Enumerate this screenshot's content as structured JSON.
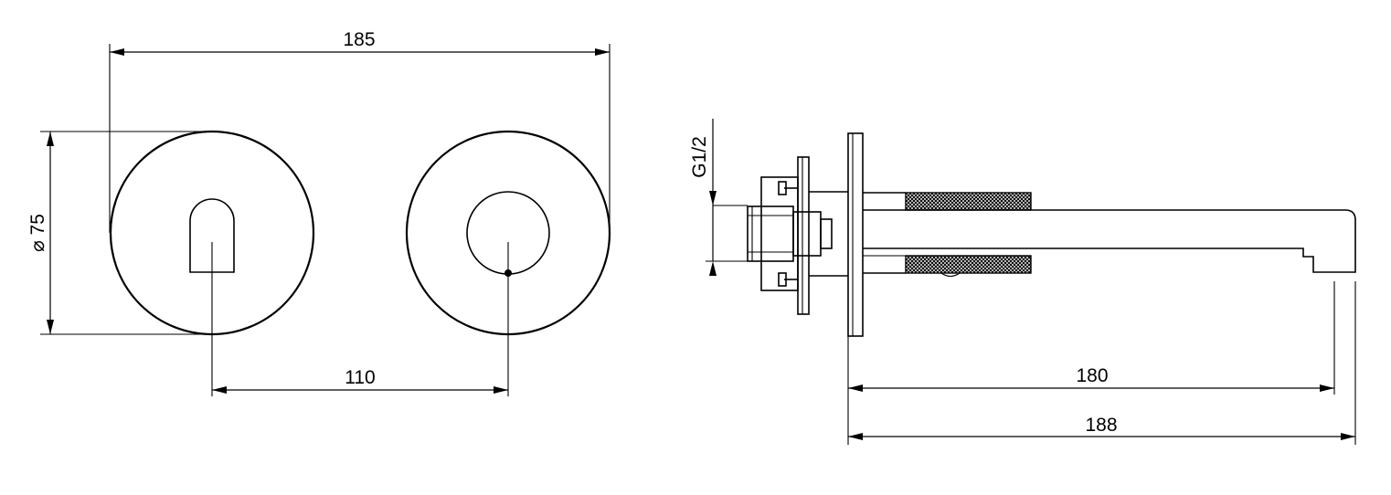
{
  "dimensions": {
    "overall_width": "185",
    "diameter": "⌀ 75",
    "center_distance": "110",
    "connection_thread": "G1/2",
    "spout_projection": "180",
    "overall_projection": "188"
  }
}
